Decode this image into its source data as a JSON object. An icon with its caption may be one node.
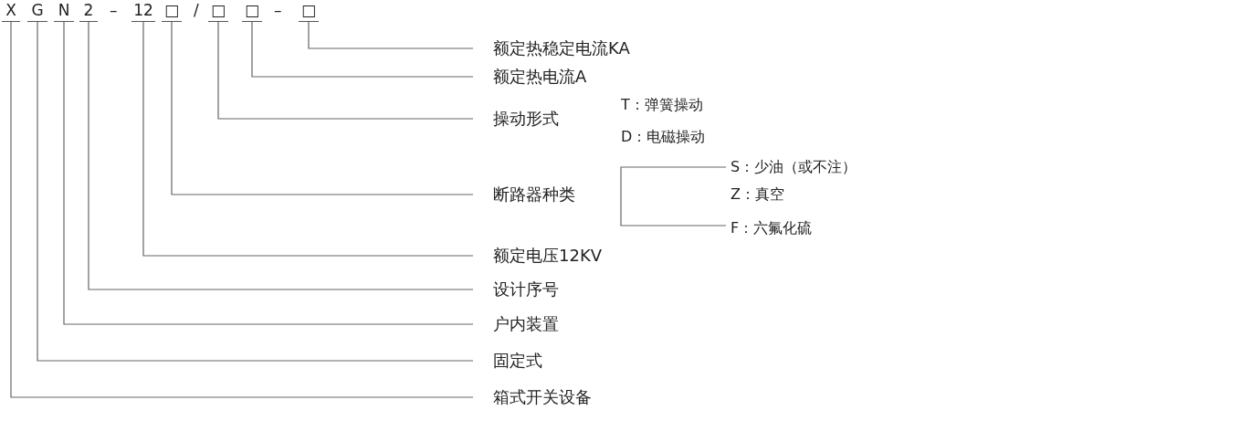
{
  "diagram": {
    "nodes": [
      {
        "text": [
          "X"
        ]
      },
      {
        "text": [
          "G"
        ]
      },
      {
        "text": [
          "N"
        ]
      },
      {
        "text": [
          "2"
        ]
      },
      {
        "text": [
          "12"
        ]
      },
      {
        "text": [
          "□"
        ]
      },
      {
        "text": [
          "□"
        ]
      },
      {
        "text": [
          "□"
        ]
      },
      {
        "text": [
          "□"
        ]
      },
      {
        "text": [
          "额定热稳定电流KA"
        ]
      },
      {
        "text": [
          "额定热电流A"
        ]
      },
      {
        "text": [
          "操动形式"
        ]
      },
      {
        "text": [
          "断路器种类"
        ]
      },
      {
        "text": [
          "额定电压12KV"
        ]
      },
      {
        "text": [
          "设计序号"
        ]
      },
      {
        "text": [
          "户内装置"
        ]
      },
      {
        "text": [
          "固定式"
        ]
      },
      {
        "text": [
          "箱式开关设备"
        ]
      }
    ],
    "edges": [
      {
        "from": 8,
        "to": 9,
        "arrow": "none"
      },
      {
        "from": 7,
        "to": 10,
        "arrow": "none"
      },
      {
        "from": 6,
        "to": 11,
        "arrow": "none"
      },
      {
        "from": 5,
        "to": 12,
        "arrow": "none"
      },
      {
        "from": 4,
        "to": 13,
        "arrow": "none"
      },
      {
        "from": 3,
        "to": 14,
        "arrow": "none"
      },
      {
        "from": 2,
        "to": 15,
        "arrow": "none"
      },
      {
        "from": 1,
        "to": 16,
        "arrow": "none"
      },
      {
        "from": 0,
        "to": 17,
        "arrow": "none"
      }
    ],
    "labels": [
      "–",
      "/",
      "–",
      "T：弹簧操动",
      "D：电磁操动",
      "S：少油（或不注）",
      "Z：真空",
      "F：六氟化硫"
    ]
  }
}
